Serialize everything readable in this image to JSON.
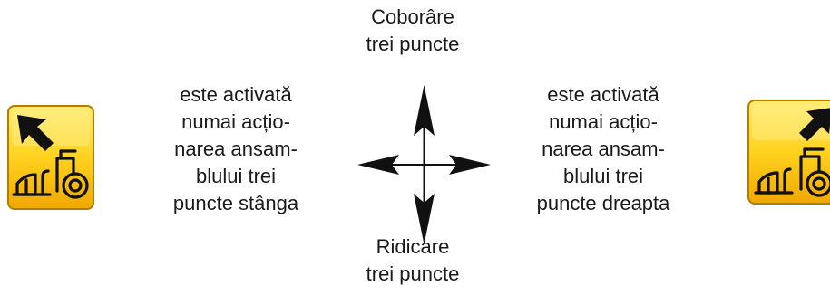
{
  "top_label": [
    "Coborâre",
    "trei puncte"
  ],
  "bottom_label": [
    "Ridicare",
    "trei puncte"
  ],
  "left_text": [
    "este activată",
    "numai acțio-",
    "narea ansam-",
    "blului trei",
    "puncte stânga"
  ],
  "right_text": [
    "este activată",
    "numai acțio-",
    "narea ansam-",
    "blului trei",
    "puncte dreapta"
  ],
  "icons": {
    "left_key": "hitch-left-key-icon",
    "right_key": "hitch-right-key-icon",
    "direction_cross": "four-way-arrow-icon"
  },
  "colors": {
    "key_fill_light": "#FFE24A",
    "key_fill_dark": "#F4B400",
    "key_border": "#C08A00",
    "arrow": "#111111"
  }
}
